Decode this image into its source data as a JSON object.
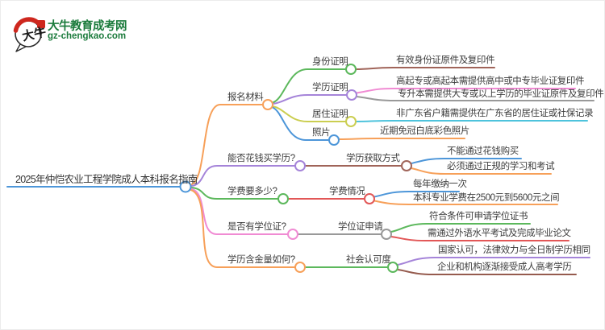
{
  "logo": {
    "title": "大牛教育成考网",
    "domain": "gz-chengkao.com",
    "mark_text": "大牛",
    "colors": {
      "green": "#1b7b3c",
      "red": "#ce271e"
    }
  },
  "palette": {
    "blue": "#4d96d9",
    "orange": "#f7a059",
    "green": "#5cb85c",
    "purple": "#a584d9",
    "pink": "#f08bd3",
    "gray": "#999999",
    "olive": "#cbce51",
    "cyan": "#4ec3dc",
    "maroon": "#a06459",
    "red": "#e25757",
    "brown": "#955b4e",
    "text": "#3d3d3d"
  },
  "mindmap": {
    "root": {
      "label": "2025年仲恺农业工程学院成人本科报名指南"
    },
    "branches": [
      {
        "label": "报名材料",
        "children": [
          {
            "label": "身份证明",
            "children": [
              {
                "label": "有效身份证原件及复印件"
              }
            ]
          },
          {
            "label": "学历证明",
            "children": [
              {
                "label": "高起专或高起本需提供高中或中专毕业证复印件"
              },
              {
                "label": "专升本需提供大专或以上学历的毕业证原件及复印件"
              }
            ]
          },
          {
            "label": "居住证明",
            "children": [
              {
                "label": "非广东省户籍需提供在广东省的居住证或社保记录"
              }
            ]
          },
          {
            "label": "照片",
            "children": [
              {
                "label": "近期免冠白底彩色照片"
              }
            ]
          }
        ]
      },
      {
        "label": "能否花钱买学历?",
        "children": [
          {
            "label": "学历获取方式",
            "children": [
              {
                "label": "不能通过花钱购买"
              },
              {
                "label": "必须通过正规的学习和考试"
              }
            ]
          }
        ]
      },
      {
        "label": "学费要多少?",
        "children": [
          {
            "label": "学费情况",
            "children": [
              {
                "label": "每年缴纳一次"
              },
              {
                "label": "本科专业学费在2500元到5600元之间"
              }
            ]
          }
        ]
      },
      {
        "label": "是否有学位证?",
        "children": [
          {
            "label": "学位证申请",
            "children": [
              {
                "label": "符合条件可申请学位证书"
              },
              {
                "label": "需通过外语水平考试及完成毕业论文"
              }
            ]
          }
        ]
      },
      {
        "label": "学历含金量如何?",
        "children": [
          {
            "label": "社会认可度",
            "children": [
              {
                "label": "国家认可，法律效力与全日制学历相同"
              },
              {
                "label": "企业和机构逐渐接受成人高考学历"
              }
            ]
          }
        ]
      }
    ]
  }
}
